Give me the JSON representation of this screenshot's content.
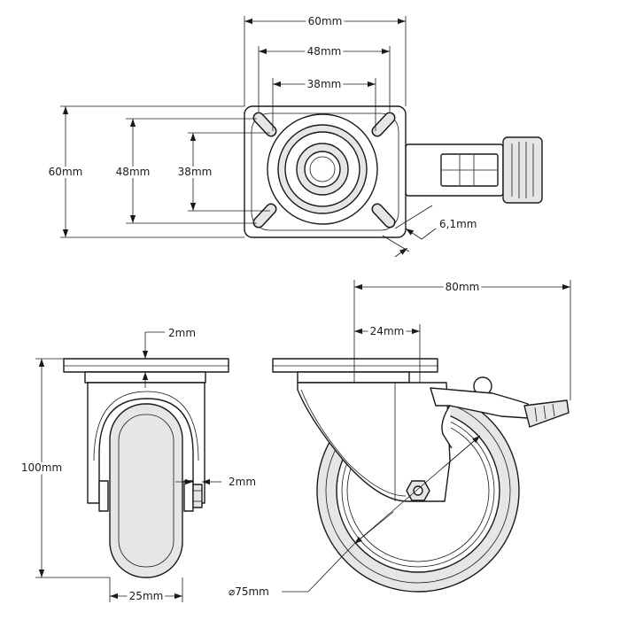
{
  "top_view": {
    "plate_width": "60mm",
    "hole_spacing_outer_x": "48mm",
    "hole_spacing_inner_x": "38mm",
    "plate_height": "60mm",
    "hole_spacing_outer_y": "48mm",
    "hole_spacing_inner_y": "38mm",
    "hole_diameter": "6,1mm"
  },
  "front_view": {
    "plate_thickness": "2mm",
    "overall_height": "100mm",
    "fork_thickness": "2mm",
    "wheel_width": "25mm"
  },
  "side_view": {
    "total_length": "80mm",
    "swivel_offset": "24mm",
    "wheel_diameter": "⌀75mm"
  }
}
